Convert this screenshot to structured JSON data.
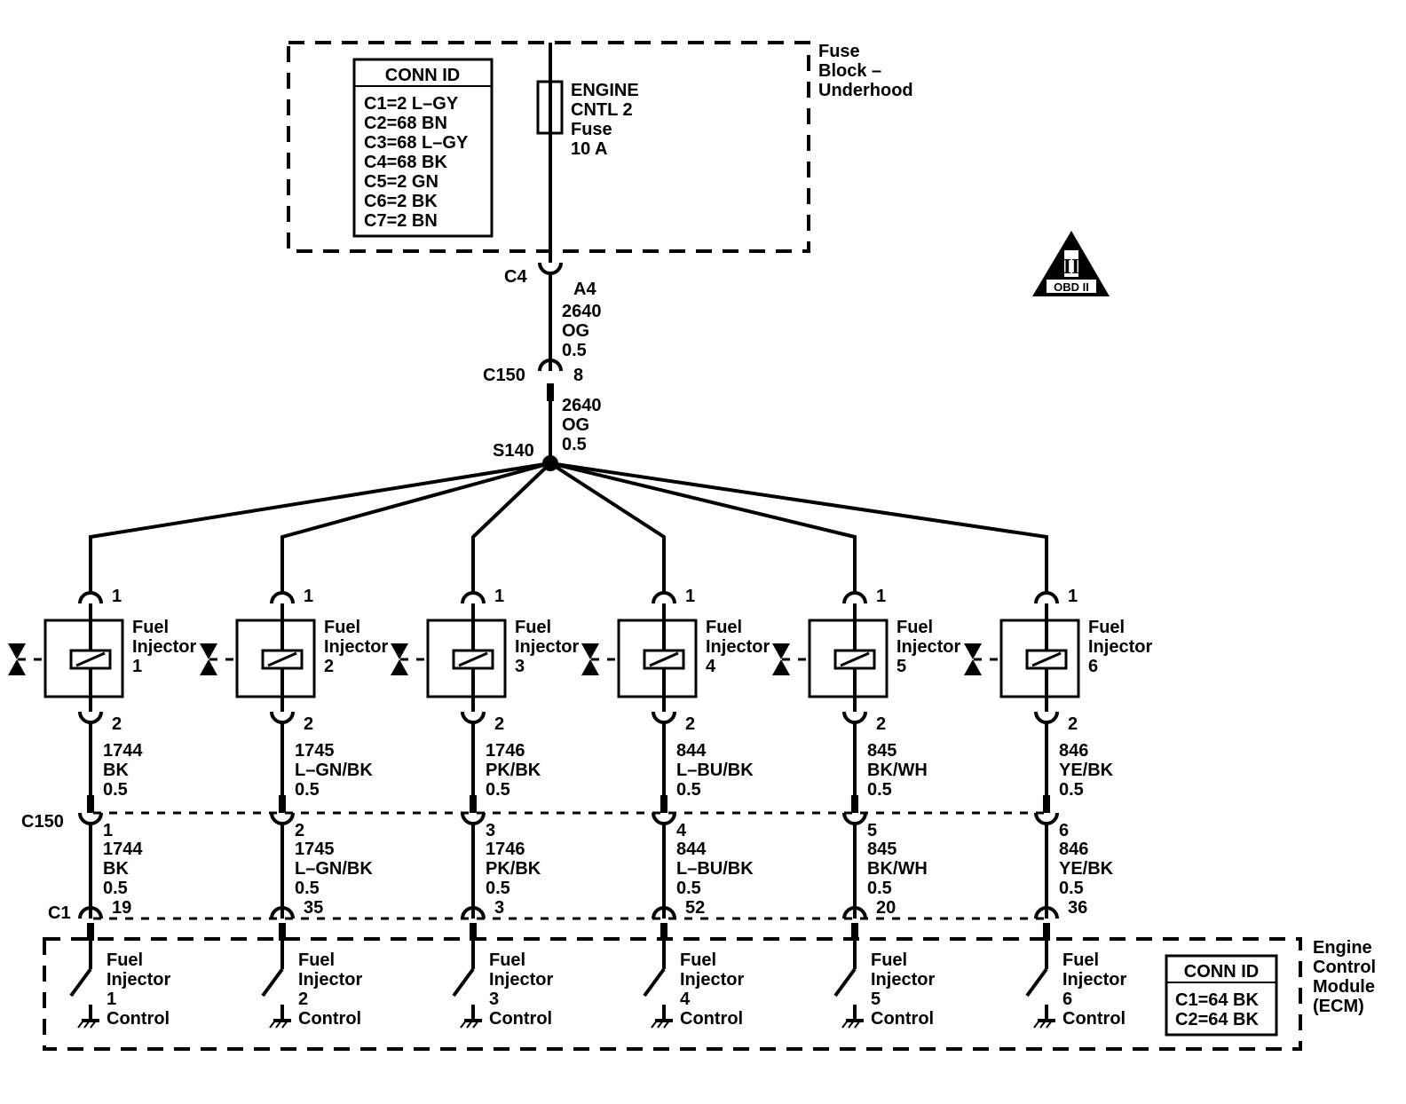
{
  "fuse_block": {
    "label_lines": [
      "Fuse",
      "Block –",
      "Underhood"
    ],
    "conn_id": {
      "title": "CONN ID",
      "rows": [
        "C1=2 L–GY",
        "C2=68 BN",
        "C3=68 L–GY",
        "C4=68 BK",
        "C5=2 GN",
        "C6=2 BK",
        "C7=2 BN"
      ]
    },
    "fuse_lines": [
      "ENGINE",
      "CNTL 2",
      "Fuse",
      "10 A"
    ]
  },
  "obd_badge": {
    "roman": "II",
    "text": "OBD II"
  },
  "feed": {
    "c4": {
      "connector": "C4",
      "pin": "A4"
    },
    "wire1": [
      "2640",
      "OG",
      "0.5"
    ],
    "c150": {
      "connector": "C150",
      "pin": "8"
    },
    "wire2": [
      "2640",
      "OG",
      "0.5"
    ],
    "splice": "S140"
  },
  "c150_lower": "C150",
  "c1": "C1",
  "injectors": [
    {
      "top_pin": "1",
      "name": [
        "Fuel",
        "Injector",
        "1"
      ],
      "bottom_pin": "2",
      "wire_a": [
        "1744",
        "BK",
        "0.5"
      ],
      "c150_pin": "1",
      "wire_b": [
        "1744",
        "BK",
        "0.5"
      ],
      "c1_pin": "19",
      "ecm_label": [
        "Fuel",
        "Injector",
        "1",
        "Control"
      ]
    },
    {
      "top_pin": "1",
      "name": [
        "Fuel",
        "Injector",
        "2"
      ],
      "bottom_pin": "2",
      "wire_a": [
        "1745",
        "L–GN/BK",
        "0.5"
      ],
      "c150_pin": "2",
      "wire_b": [
        "1745",
        "L–GN/BK",
        "0.5"
      ],
      "c1_pin": "35",
      "ecm_label": [
        "Fuel",
        "Injector",
        "2",
        "Control"
      ]
    },
    {
      "top_pin": "1",
      "name": [
        "Fuel",
        "Injector",
        "3"
      ],
      "bottom_pin": "2",
      "wire_a": [
        "1746",
        "PK/BK",
        "0.5"
      ],
      "c150_pin": "3",
      "wire_b": [
        "1746",
        "PK/BK",
        "0.5"
      ],
      "c1_pin": "3",
      "ecm_label": [
        "Fuel",
        "Injector",
        "3",
        "Control"
      ]
    },
    {
      "top_pin": "1",
      "name": [
        "Fuel",
        "Injector",
        "4"
      ],
      "bottom_pin": "2",
      "wire_a": [
        "844",
        "L–BU/BK",
        "0.5"
      ],
      "c150_pin": "4",
      "wire_b": [
        "844",
        "L–BU/BK",
        "0.5"
      ],
      "c1_pin": "52",
      "ecm_label": [
        "Fuel",
        "Injector",
        "4",
        "Control"
      ]
    },
    {
      "top_pin": "1",
      "name": [
        "Fuel",
        "Injector",
        "5"
      ],
      "bottom_pin": "2",
      "wire_a": [
        "845",
        "BK/WH",
        "0.5"
      ],
      "c150_pin": "5",
      "wire_b": [
        "845",
        "BK/WH",
        "0.5"
      ],
      "c1_pin": "20",
      "ecm_label": [
        "Fuel",
        "Injector",
        "5",
        "Control"
      ]
    },
    {
      "top_pin": "1",
      "name": [
        "Fuel",
        "Injector",
        "6"
      ],
      "bottom_pin": "2",
      "wire_a": [
        "846",
        "YE/BK",
        "0.5"
      ],
      "c150_pin": "6",
      "wire_b": [
        "846",
        "YE/BK",
        "0.5"
      ],
      "c1_pin": "36",
      "ecm_label": [
        "Fuel",
        "Injector",
        "6",
        "Control"
      ]
    }
  ],
  "ecm": {
    "label_lines": [
      "Engine",
      "Control",
      "Module",
      "(ECM)"
    ],
    "conn_id": {
      "title": "CONN ID",
      "rows": [
        "C1=64 BK",
        "C2=64 BK"
      ]
    }
  }
}
